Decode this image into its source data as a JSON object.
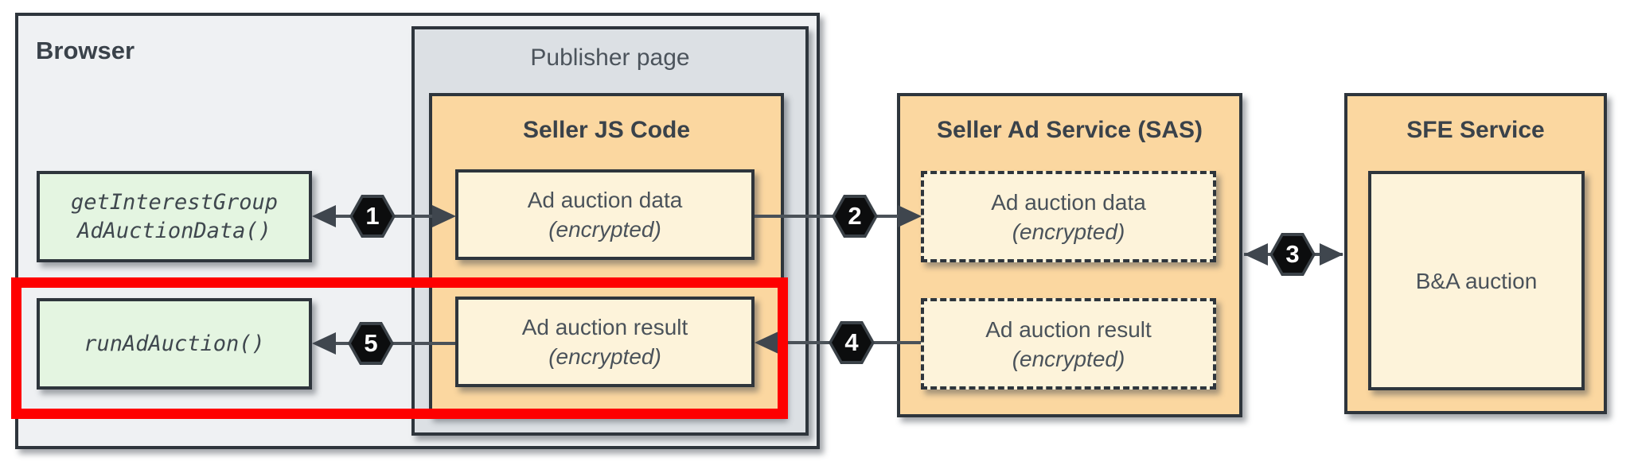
{
  "diagram": {
    "browser": {
      "label": "Browser"
    },
    "publisher": {
      "label": "Publisher page"
    },
    "seller_js": {
      "title": "Seller JS Code",
      "data_box": {
        "line1": "Ad auction data",
        "line2": "(encrypted)"
      },
      "result_box": {
        "line1": "Ad auction result",
        "line2": "(encrypted)"
      }
    },
    "browser_api": {
      "get_interest_group": {
        "line1": "getInterestGroup",
        "line2": "AdAuctionData()"
      },
      "run_ad_auction": {
        "line1": "runAdAuction()"
      }
    },
    "sas": {
      "title": "Seller Ad Service (SAS)",
      "data_box": {
        "line1": "Ad auction data",
        "line2": "(encrypted)"
      },
      "result_box": {
        "line1": "Ad auction result",
        "line2": "(encrypted)"
      }
    },
    "sfe": {
      "title": "SFE Service",
      "auction_box": {
        "label": "B&A auction"
      }
    },
    "steps": {
      "s1": "1",
      "s2": "2",
      "s3": "3",
      "s4": "4",
      "s5": "5"
    },
    "colors": {
      "highlight_red": "#fe0000",
      "service_orange": "#fbd7a0",
      "inner_cream": "#fdf3da",
      "api_green": "#e4f5e1",
      "publisher_gray": "#dce0e4",
      "browser_gray": "#eff1f3",
      "border_dark": "#2e353c",
      "badge_black": "#0c0d0e"
    }
  }
}
